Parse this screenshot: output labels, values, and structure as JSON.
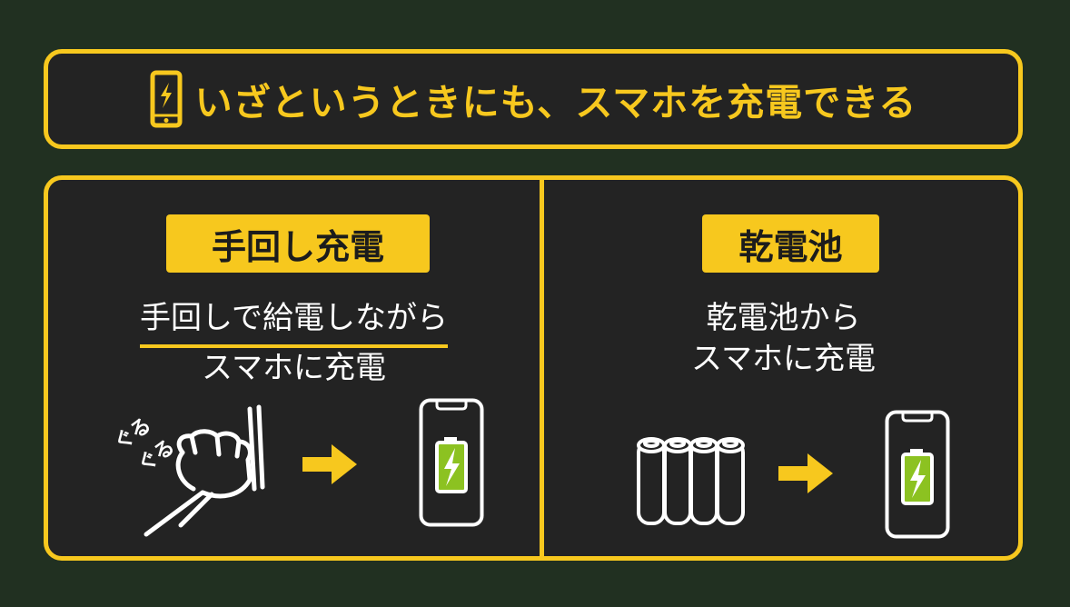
{
  "colors": {
    "accent": "#f7c81e",
    "background": "#213021",
    "panel": "#232323",
    "battery_green": "#8cc221"
  },
  "title": {
    "icon": "smartphone-charging-icon",
    "text": "いざというときにも、スマホを充電できる"
  },
  "left": {
    "label": "手回し充電",
    "desc_line1": "手回しで給電しながら",
    "desc_line2": "スマホに充電",
    "onomatopoeia_1": "ぐる",
    "onomatopoeia_2": "ぐる",
    "icons": [
      "hand-crank-icon",
      "arrow-right-icon",
      "smartphone-battery-icon"
    ]
  },
  "right": {
    "label": "乾電池",
    "desc_line1": "乾電池から",
    "desc_line2": "スマホに充電",
    "icons": [
      "dry-cell-batteries-icon",
      "arrow-right-icon",
      "smartphone-battery-icon"
    ]
  }
}
